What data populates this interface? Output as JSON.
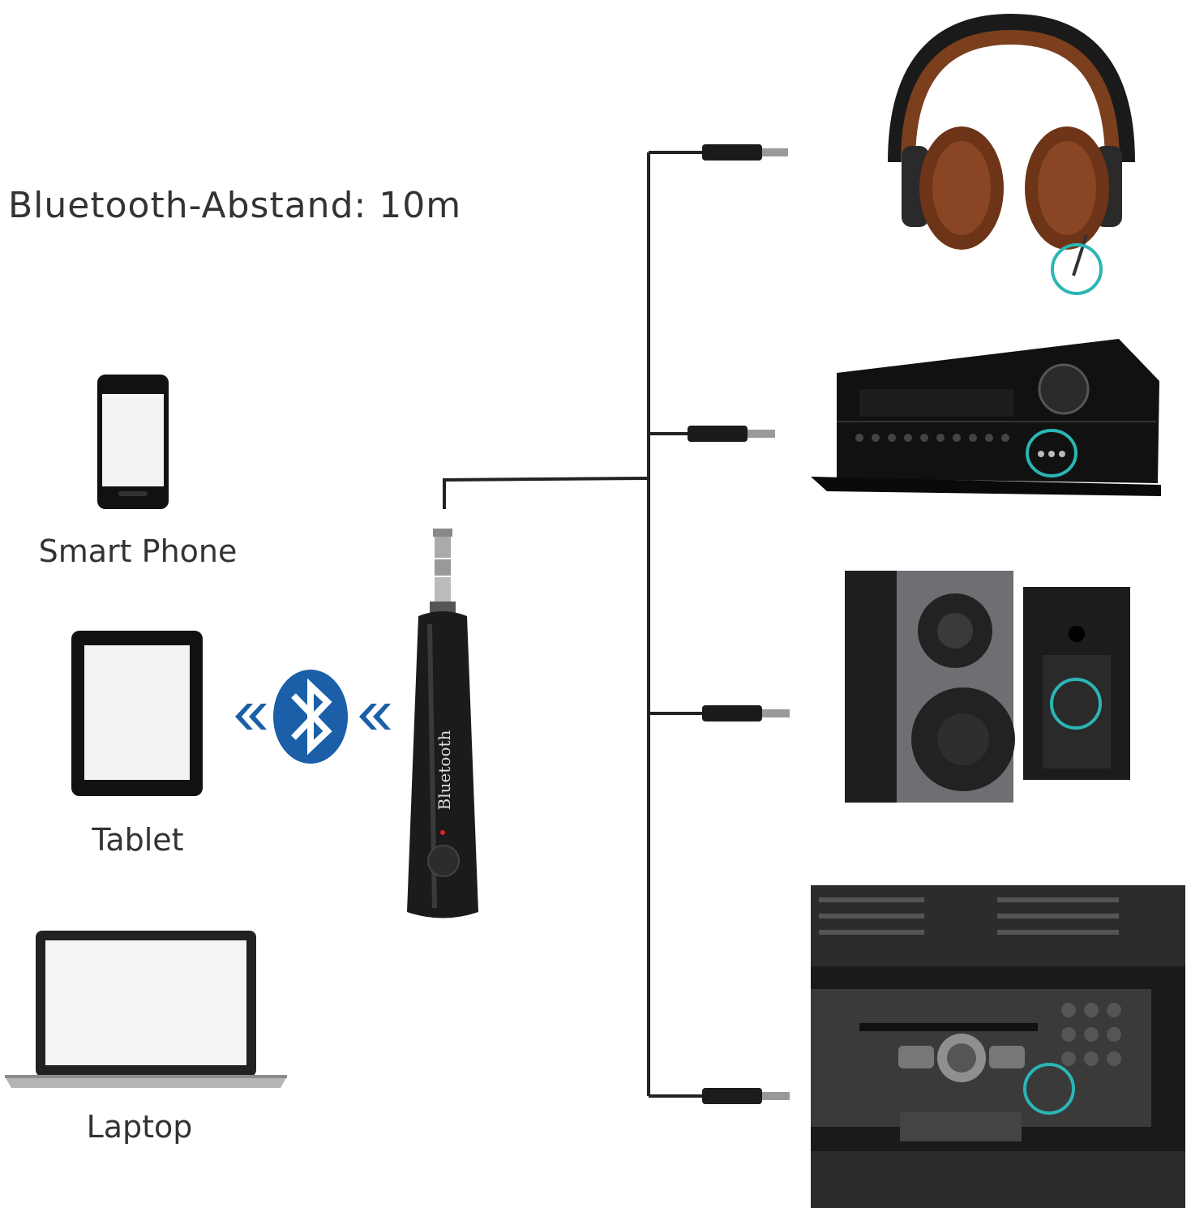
{
  "title": "Bluetooth-Abstand: 10m",
  "sources": [
    {
      "label": "Smart Phone",
      "icon": "smartphone-icon"
    },
    {
      "label": "Tablet",
      "icon": "tablet-icon"
    },
    {
      "label": "Laptop",
      "icon": "laptop-icon"
    }
  ],
  "receiver": {
    "label": "Bluetooth",
    "icon": "bluetooth-receiver-icon"
  },
  "bluetooth_symbol": {
    "icon": "bluetooth-icon",
    "color": "#1a5fa8"
  },
  "outputs": [
    {
      "icon": "headphones-icon"
    },
    {
      "icon": "av-receiver-icon"
    },
    {
      "icon": "speakers-icon"
    },
    {
      "icon": "car-stereo-icon"
    }
  ],
  "highlight_color": "#2bb5b5"
}
